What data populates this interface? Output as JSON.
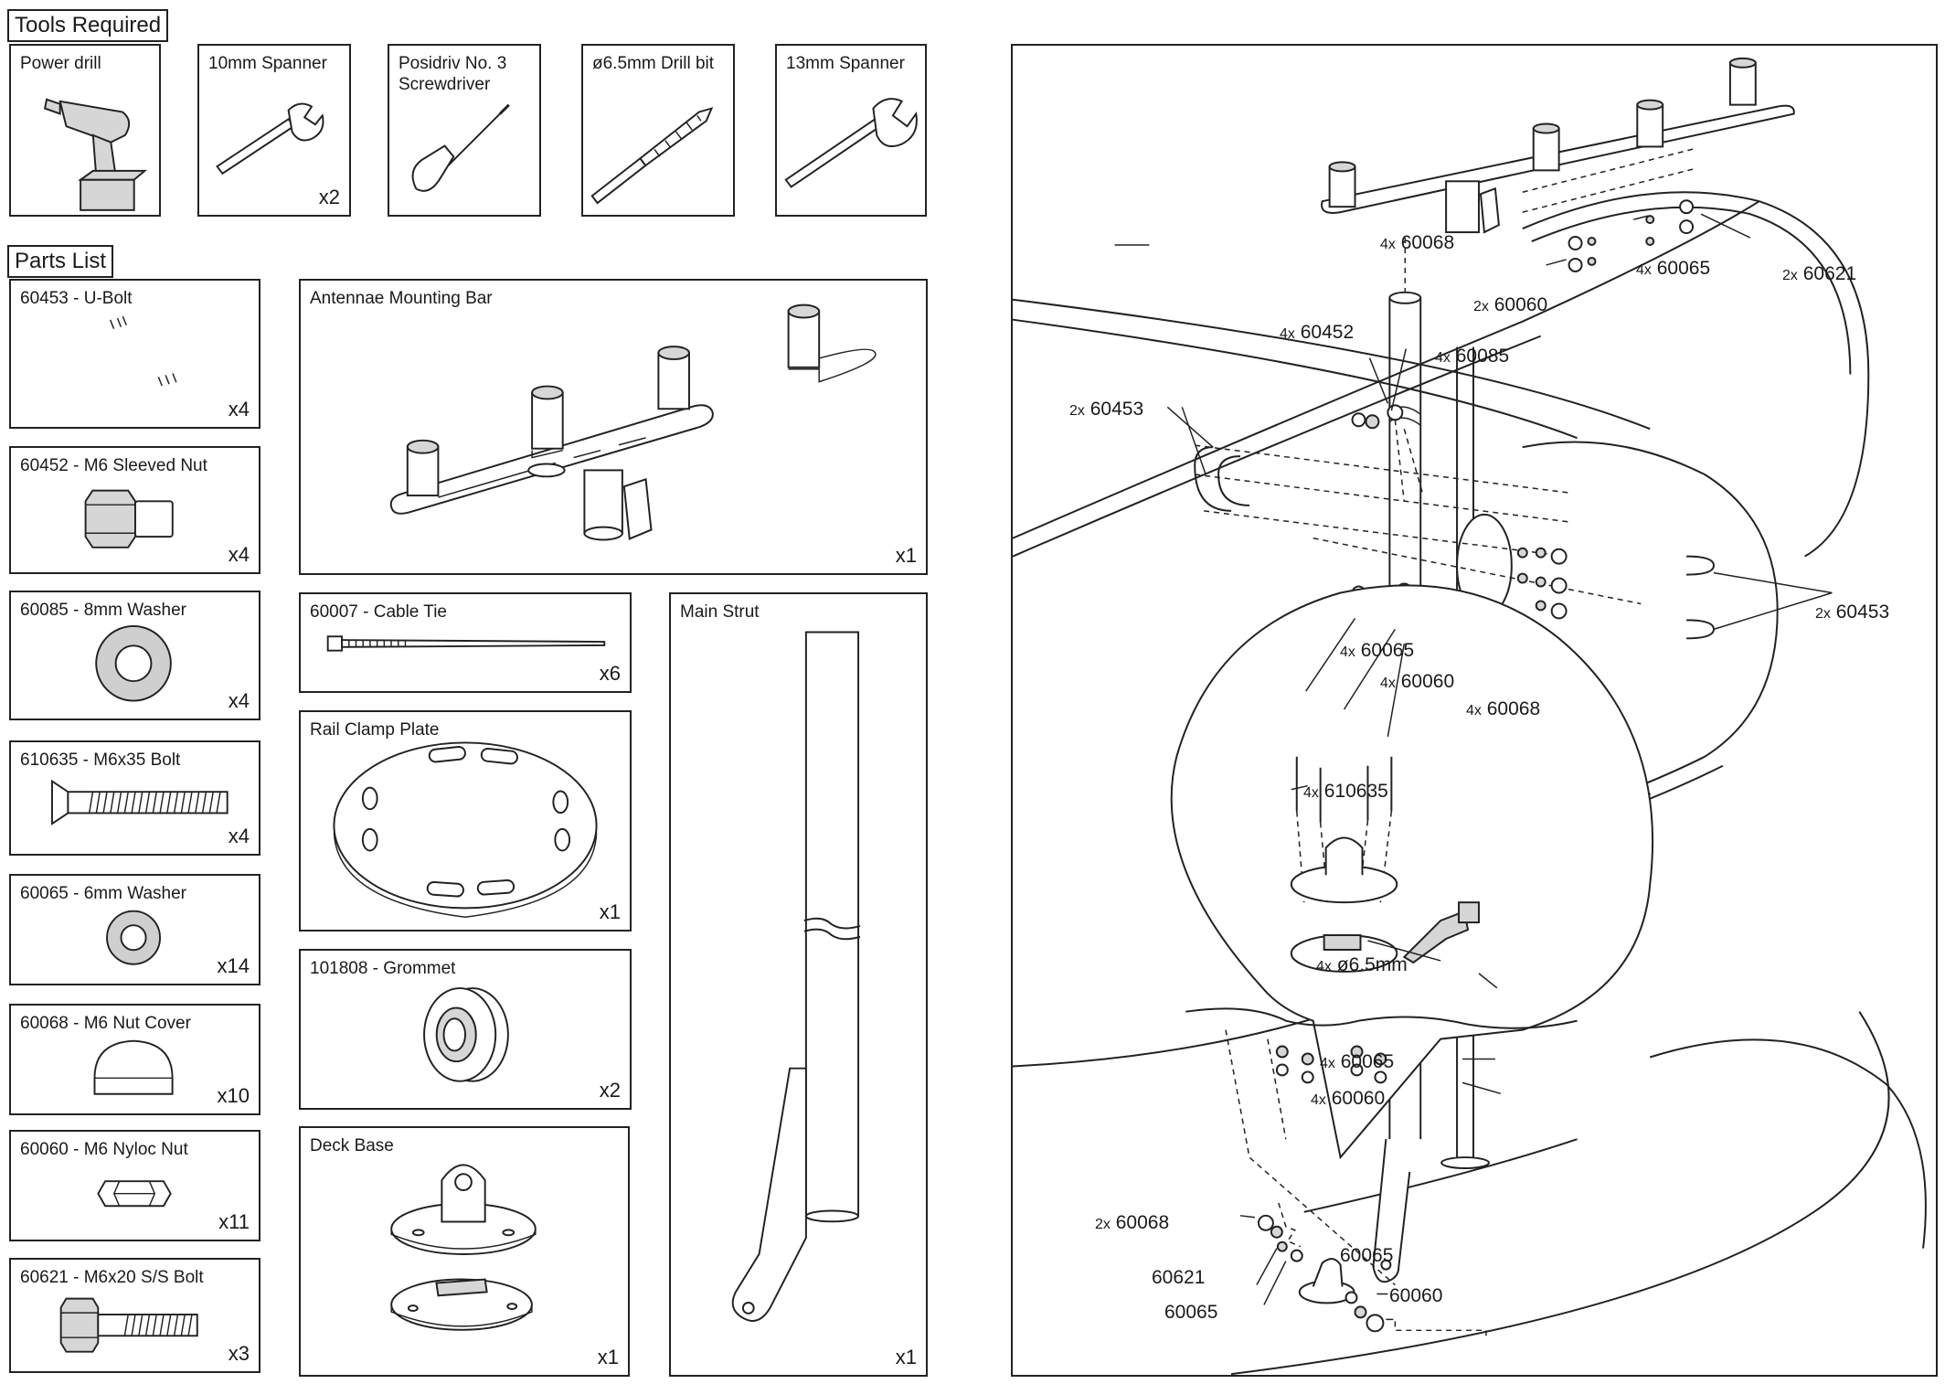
{
  "tools": {
    "title": "Tools Required",
    "items": [
      {
        "label": "Power drill",
        "qty": ""
      },
      {
        "label": "10mm Spanner",
        "qty": "x2"
      },
      {
        "label": "Posidriv No. 3\nScrewdriver",
        "qty": ""
      },
      {
        "label": "ø6.5mm Drill bit",
        "qty": ""
      },
      {
        "label": "13mm Spanner",
        "qty": ""
      }
    ]
  },
  "parts": {
    "title": "Parts List",
    "left": [
      {
        "label": "60453  -  U-Bolt",
        "qty": "x4"
      },
      {
        "label": "60452  -  M6 Sleeved Nut",
        "qty": "x4"
      },
      {
        "label": "60085  -  8mm Washer",
        "qty": "x4"
      },
      {
        "label": "610635 - M6x35 Bolt",
        "qty": "x4"
      },
      {
        "label": "60065 - 6mm Washer",
        "qty": "x14"
      },
      {
        "label": "60068 - M6 Nut Cover",
        "qty": "x10"
      },
      {
        "label": "60060 - M6 Nyloc Nut",
        "qty": "x11"
      },
      {
        "label": "60621  -  M6x20 S/S Bolt",
        "qty": "x3"
      }
    ],
    "mounting_bar": {
      "label": "Antennae Mounting Bar",
      "qty": "x1"
    },
    "cable_tie": {
      "label": "60007  -  Cable Tie",
      "qty": "x6"
    },
    "rail_clamp": {
      "label": "Rail Clamp Plate",
      "qty": "x1"
    },
    "grommet": {
      "label": "101808  -  Grommet",
      "qty": "x2"
    },
    "deck_base": {
      "label": "Deck Base",
      "qty": "x1"
    },
    "main_strut": {
      "label": "Main Strut",
      "qty": "x1"
    }
  },
  "assembly": {
    "callouts": {
      "c1": {
        "count": "4x",
        "code": "60068"
      },
      "c2": {
        "count": "2x",
        "code": "60060"
      },
      "c3": {
        "count": "4x",
        "code": "60065"
      },
      "c4": {
        "count": "2x",
        "code": "60621"
      },
      "c5": {
        "count": "4x",
        "code": "60452"
      },
      "c6": {
        "count": "4x",
        "code": "60085"
      },
      "c7": {
        "count": "2x",
        "code": "60453"
      },
      "c8": {
        "count": "2x",
        "code": "60453"
      },
      "c9": {
        "count": "4x",
        "code": "60065"
      },
      "c10": {
        "count": "4x",
        "code": "60060"
      },
      "c11": {
        "count": "4x",
        "code": "60068"
      },
      "c12": {
        "count": "4x",
        "code": "610635"
      },
      "c13": {
        "count": "4x",
        "code": "ø6.5mm"
      },
      "c14": {
        "count": "4x",
        "code": "60065"
      },
      "c15": {
        "count": "4x",
        "code": "60060"
      },
      "c16": {
        "count": "2x",
        "code": "60068"
      }
    },
    "plain": {
      "p1": "60621",
      "p2": "60065",
      "p3": "60065",
      "p4": "60060"
    }
  }
}
